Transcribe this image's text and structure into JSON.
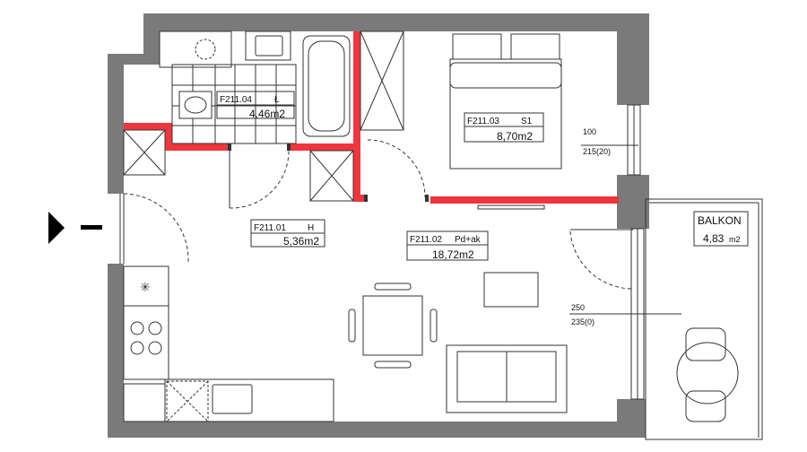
{
  "rooms": [
    {
      "code": "F211.04",
      "type": "Ł",
      "area": "4,46m2"
    },
    {
      "code": "F211.03",
      "type": "S1",
      "area": "8,70m2"
    },
    {
      "code": "F211.01",
      "type": "H",
      "area": "5,36m2"
    },
    {
      "code": "F211.02",
      "type": "Pd+ak",
      "area": "18,72m2"
    }
  ],
  "balcony": {
    "name": "BALKON",
    "area": "4,83",
    "unit": "m2"
  },
  "window_right_top": {
    "width": "100",
    "height": "215(20)"
  },
  "window_right_bottom": {
    "width": "250",
    "height": "235(0)"
  },
  "colors": {
    "wall": "#7a7a7a",
    "partition": "#f0353d",
    "line": "#333333"
  }
}
